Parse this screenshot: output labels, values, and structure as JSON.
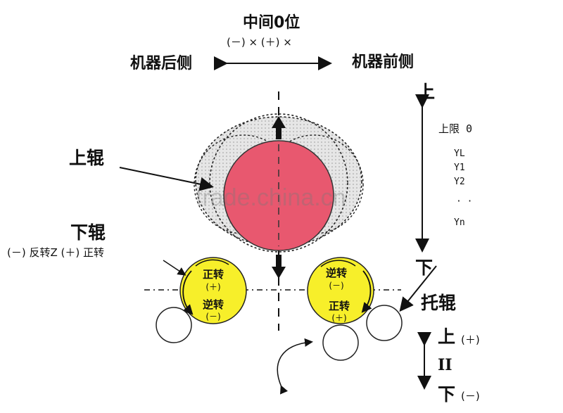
{
  "top": {
    "center_zero": "中间0位",
    "signs": "(－) × (＋) ×",
    "machine_back": "机器后侧",
    "machine_front": "机器前侧"
  },
  "upper_roll": {
    "label": "上辊"
  },
  "lower_roll": {
    "label": "下辊",
    "direction_note": "(－) 反转Z (＋) 正转"
  },
  "left_roll": {
    "top_text": "正转",
    "top_sign": "(＋)",
    "bottom_text": "逆转",
    "bottom_sign": "(－)"
  },
  "right_roll": {
    "top_text": "逆转",
    "top_sign": "(－)",
    "bottom_text": "正转",
    "bottom_sign": "(＋)"
  },
  "vertical_scale": {
    "up": "上",
    "upper_limit": "上限 0",
    "yl": "YL",
    "y1": "Y1",
    "y2": "Y2",
    "dots": "· ·",
    "yn": "Yn",
    "down": "下"
  },
  "support_roll": {
    "label": "托辊"
  },
  "support_scale": {
    "up": "上",
    "plus": "(＋)",
    "ii": "II",
    "down": "下",
    "minus": "(－)"
  },
  "watermark": "trade.china.cn",
  "colors": {
    "upper_roll_fill": "#e8586f",
    "lower_roll_fill": "#f7ef2a",
    "envelope_fill": "#d9d9d9"
  }
}
